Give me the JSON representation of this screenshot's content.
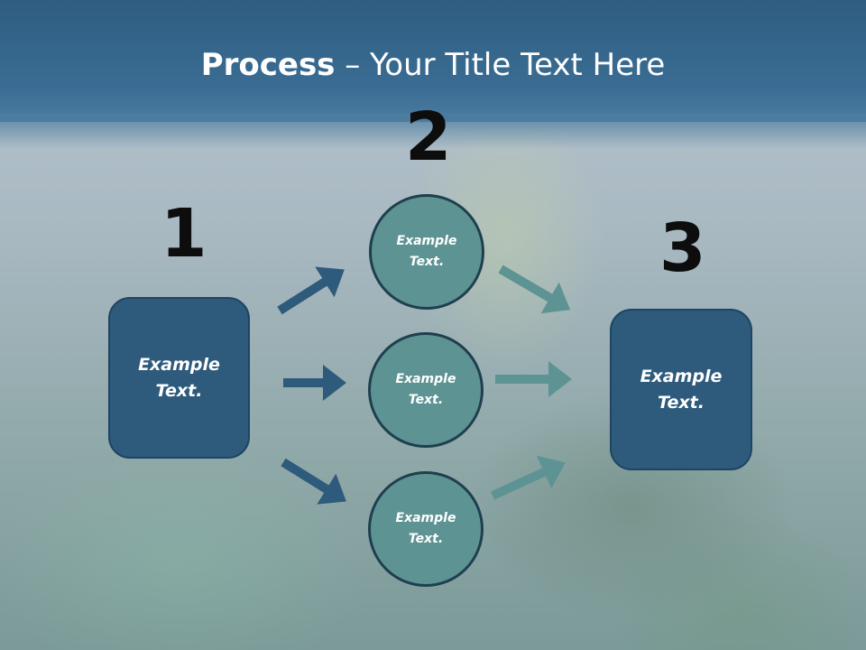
{
  "title": {
    "strong": "Process",
    "rest": " – Your Title Text Here"
  },
  "steps": {
    "one": "1",
    "two": "2",
    "three": "3"
  },
  "left_box": {
    "line1": "Example",
    "line2": "Text."
  },
  "circles": [
    {
      "line1": "Example",
      "line2": "Text."
    },
    {
      "line1": "Example",
      "line2": "Text."
    },
    {
      "line1": "Example",
      "line2": "Text."
    }
  ],
  "right_box": {
    "line1": "Example",
    "line2": "Text."
  },
  "colors": {
    "box": "#2e5a7c",
    "circle": "#5e9393",
    "arrow_dark": "#2e5a7c",
    "arrow_teal": "#5e9393"
  }
}
